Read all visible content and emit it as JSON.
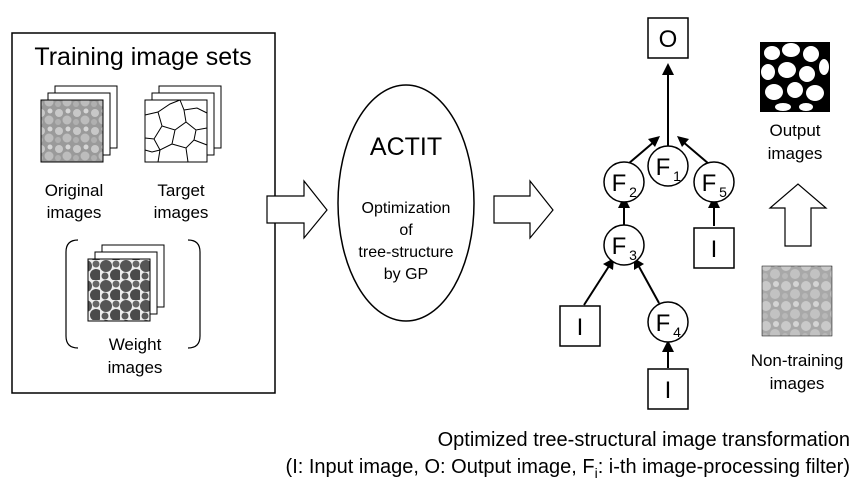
{
  "training_box": {
    "title": "Training image sets",
    "original_label": [
      "Original",
      "images"
    ],
    "target_label": [
      "Target",
      "images"
    ],
    "weight_label": [
      "Weight",
      "images"
    ]
  },
  "actit": {
    "title": "ACTIT",
    "lines": [
      "Optimization",
      "of",
      "tree-structure",
      "by GP"
    ]
  },
  "tree": {
    "output_node": "O",
    "input_node": "I",
    "filter_letter": "F",
    "filters": [
      "1",
      "2",
      "3",
      "4",
      "5"
    ]
  },
  "right_panel": {
    "output_label": [
      "Output",
      "images"
    ],
    "nontraining_label": [
      "Non-training",
      "images"
    ]
  },
  "caption": {
    "line1": "Optimized tree-structural image transformation",
    "line2_part1": "(I: Input image, O: Output image, F",
    "line2_sub": "i",
    "line2_part2": ": i-th image-processing filter)"
  }
}
